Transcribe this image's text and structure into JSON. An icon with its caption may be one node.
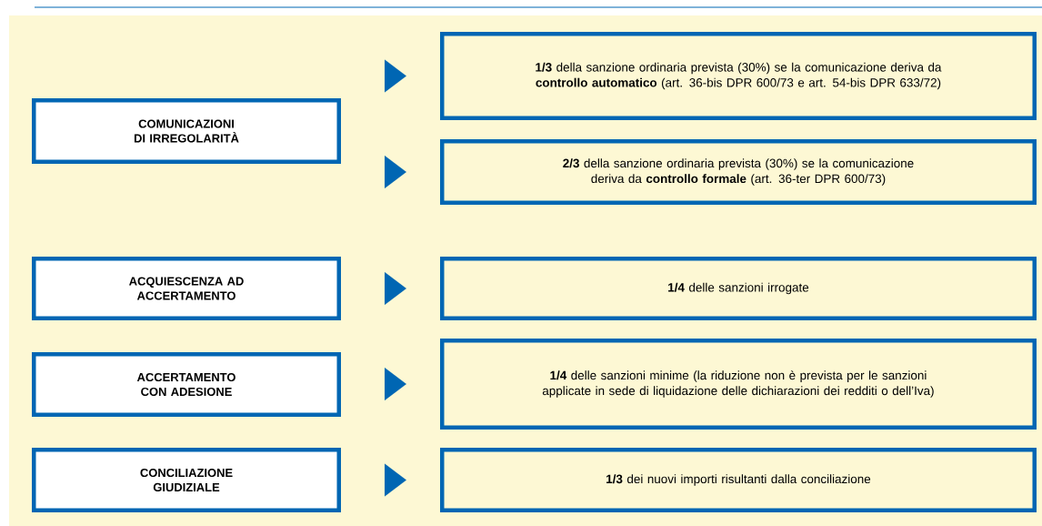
{
  "diagram": {
    "nodes": [
      {
        "text": [
          "COMUNICAZIONI DI IRREGOLARITÀ"
        ]
      },
      {
        "text": [
          "**1/3** della sanzione ordinaria prevista (30%) se la comunicazione deriva da **controllo automatico** (art. 36-bis DPR 600/73 e art. 54-bis DPR 633/72)"
        ]
      },
      {
        "text": [
          "**2/3** della sanzione ordinaria prevista (30%) se la comunicazione deriva da **controllo formale** (art. 36-ter DPR 600/73)"
        ]
      },
      {
        "text": [
          "ACQUIESCENZA AD ACCERTAMENTO"
        ]
      },
      {
        "text": [
          "**1/4** delle sanzioni irrogate"
        ]
      },
      {
        "text": [
          "ACCERTAMENTO CON ADESIONE"
        ]
      },
      {
        "text": [
          "**1/4** delle sanzioni minime (la riduzione non è prevista per le sanzioni applicate in sede di liquidazione delle dichiarazioni dei redditi o dell’Iva)"
        ]
      },
      {
        "text": [
          "CONCILIAZIONE GIUDIZIALE"
        ]
      },
      {
        "text": [
          "**1/3** dei nuovi importi risultanti dalla conciliazione"
        ]
      }
    ],
    "edges": [
      {
        "from": 0,
        "to": 1,
        "arrow": "to"
      },
      {
        "from": 0,
        "to": 2,
        "arrow": "to"
      },
      {
        "from": 3,
        "to": 4,
        "arrow": "to"
      },
      {
        "from": 5,
        "to": 6,
        "arrow": "to"
      },
      {
        "from": 7,
        "to": 8,
        "arrow": "to"
      }
    ]
  }
}
